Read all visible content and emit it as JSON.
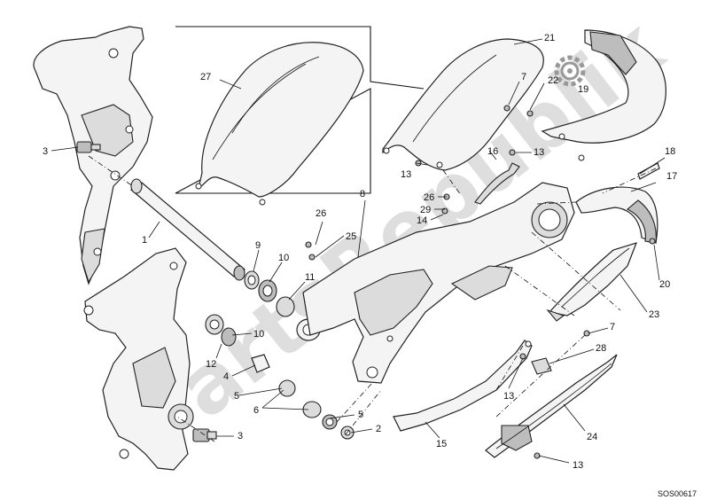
{
  "watermark": "PartsRepublik",
  "drawing_code": "SOS00617",
  "callouts": {
    "c1": "1",
    "c2": "2",
    "c3a": "3",
    "c3b": "3",
    "c4": "4",
    "c5a": "5",
    "c5b": "5",
    "c6": "6",
    "c7a": "7",
    "c7b": "7",
    "c8": "8",
    "c9": "9",
    "c10a": "10",
    "c10b": "10",
    "c11": "11",
    "c12": "12",
    "c13a": "13",
    "c13b": "13",
    "c13c": "13",
    "c13d": "13",
    "c14": "14",
    "c15": "15",
    "c16": "16",
    "c17": "17",
    "c18": "18",
    "c19": "19",
    "c20": "20",
    "c21": "21",
    "c22": "22",
    "c23": "23",
    "c24": "24",
    "c25": "25",
    "c26a": "26",
    "c26b": "26",
    "c27": "27",
    "c28": "28",
    "c29": "29"
  },
  "colors": {
    "line": "#222222",
    "fill": "#f4f4f4",
    "shade": "#bdbdbd",
    "watermark": "#c4c4c4"
  },
  "icons": {
    "logo": "gear-icon"
  }
}
